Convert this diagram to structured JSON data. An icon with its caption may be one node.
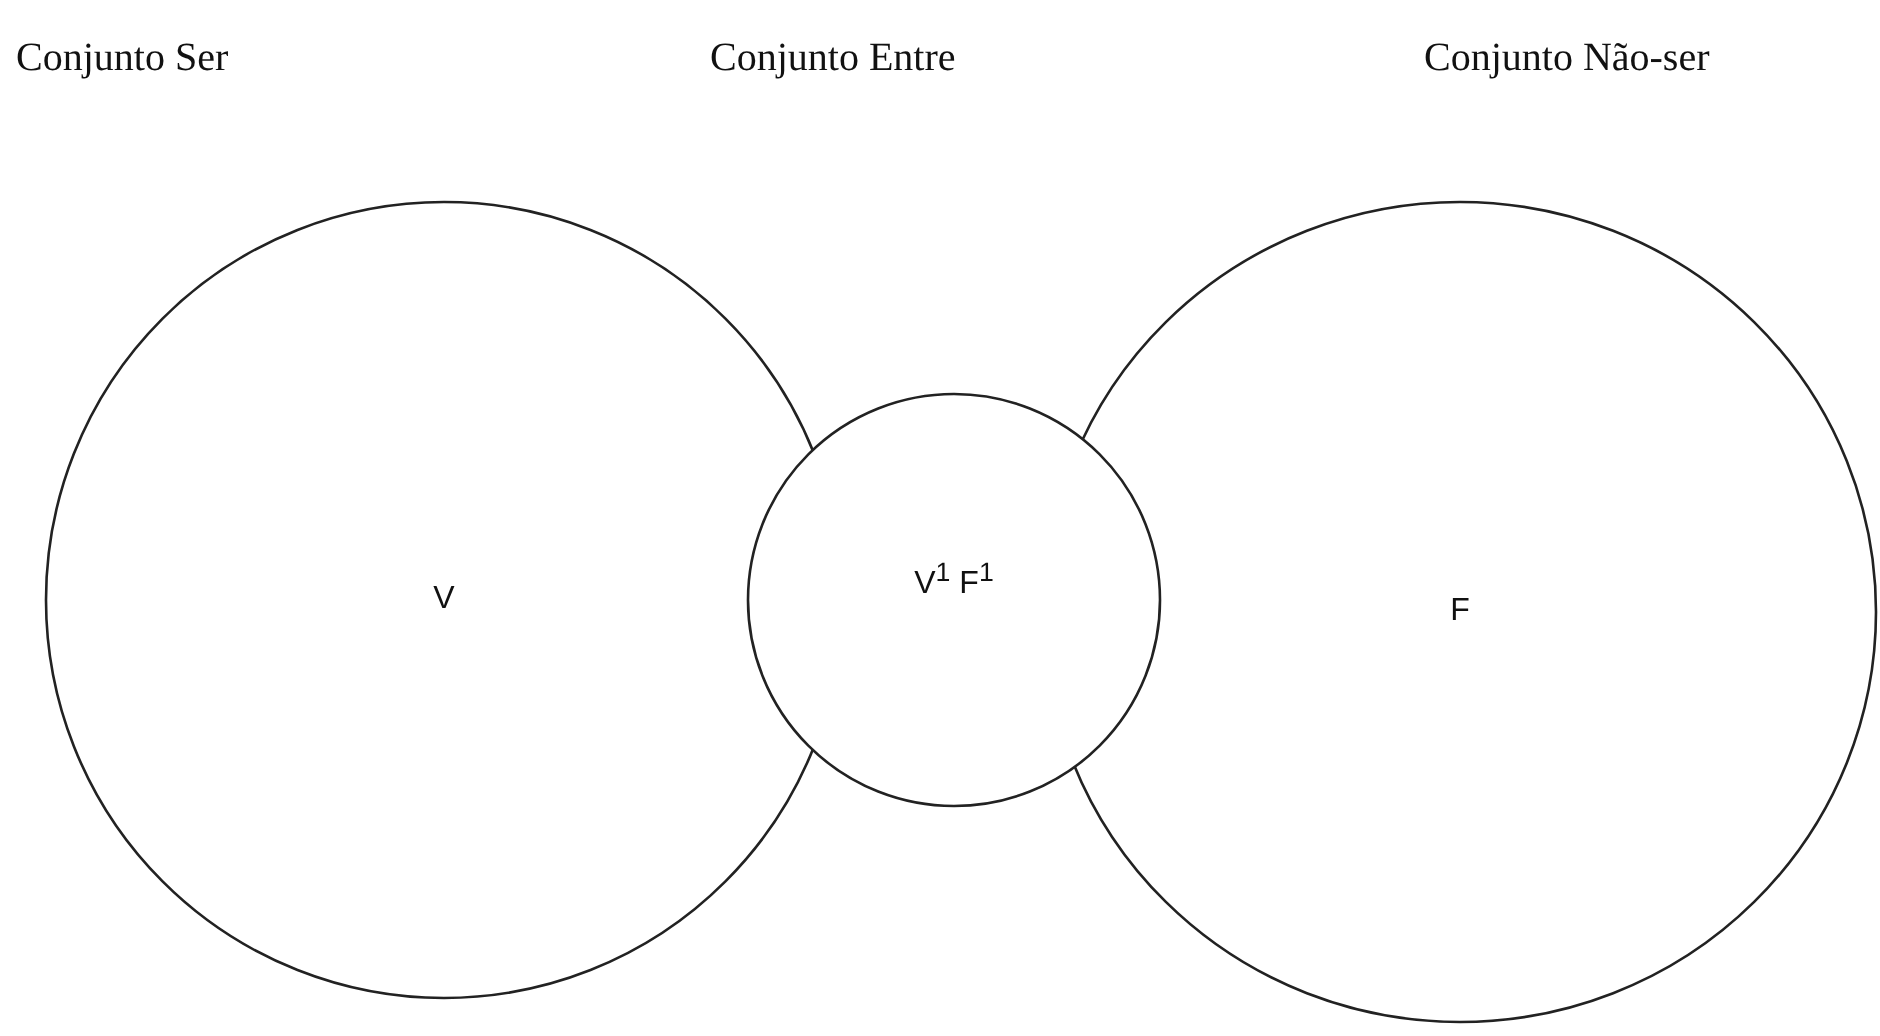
{
  "diagram": {
    "nodes": [
      {
        "text": [
          "V"
        ]
      },
      {
        "text": [
          "V$^{1}$ F$^{1}$"
        ]
      },
      {
        "text": [
          "F"
        ]
      }
    ],
    "labels": [
      "Conjunto Ser",
      "Conjunto Entre",
      "Conjunto Não-ser"
    ]
  }
}
